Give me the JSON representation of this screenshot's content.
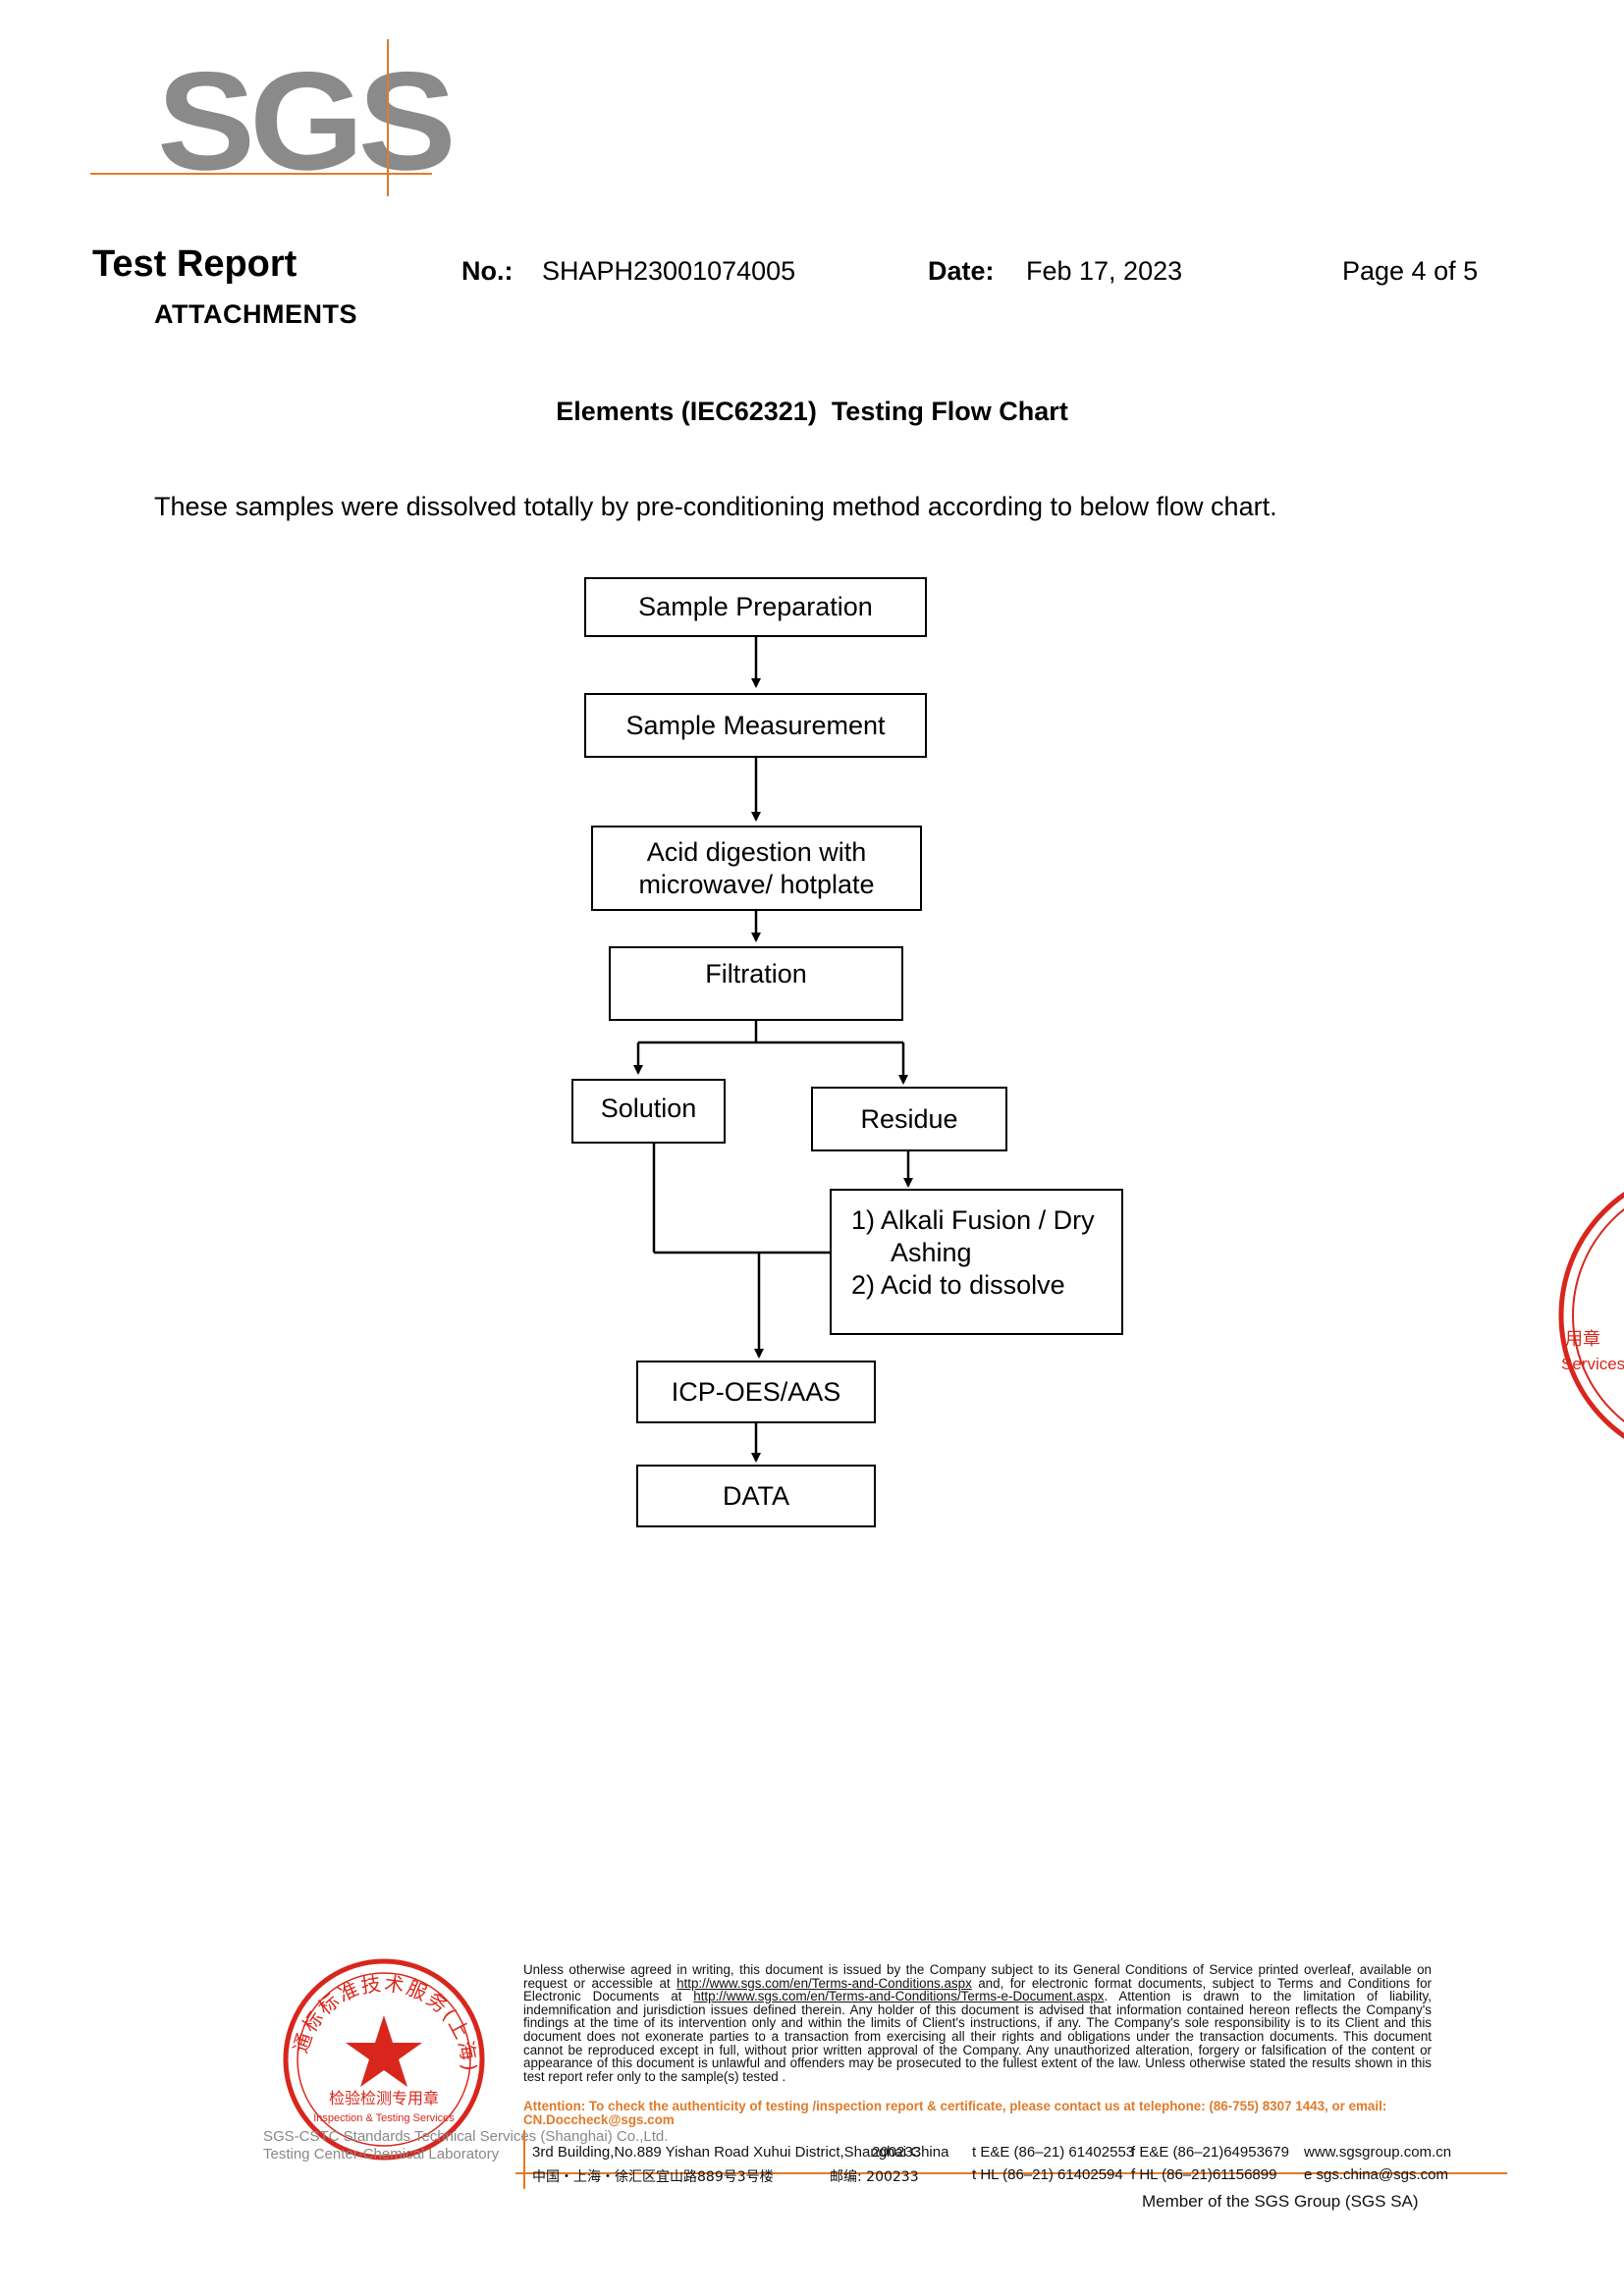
{
  "logo": {
    "text": "SGS"
  },
  "header": {
    "title": "Test Report",
    "subtitle": "ATTACHMENTS",
    "no_label": "No.:",
    "no_value": "SHAPH23001074005",
    "date_label": "Date:",
    "date_value": "Feb 17, 2023",
    "page": "Page 4 of 5"
  },
  "section": {
    "heading": "Elements (IEC62321)  Testing Flow Chart",
    "intro": "These samples were dissolved totally by pre-conditioning method according to below flow chart."
  },
  "flowchart": {
    "sample_preparation": "Sample Preparation",
    "sample_measurement": "Sample Measurement",
    "acid_digestion_line1": "Acid digestion with",
    "acid_digestion_line2": "microwave/ hotplate",
    "filtration": "Filtration",
    "solution": "Solution",
    "residue": "Residue",
    "alkali_line1": "1) Alkali Fusion / Dry",
    "alkali_line2": "Ashing",
    "alkali_line3": "2) Acid to dissolve",
    "icp": "ICP-OES/AAS",
    "data": "DATA"
  },
  "footer": {
    "disclaimer_1": "Unless otherwise agreed in writing, this document is issued by the Company subject to its General Conditions of Service printed overleaf, available on request or accessible at ",
    "link_1": "http://www.sgs.com/en/Terms-and-Conditions.aspx",
    "disclaimer_2": " and, for electronic format documents, subject to Terms and Conditions for Electronic Documents at ",
    "link_2": "http://www.sgs.com/en/Terms-and-Conditions/Terms-e-Document.aspx",
    "disclaimer_3": ". Attention is drawn to the limitation of liability, indemnification and jurisdiction issues defined therein. Any holder of this document is advised that information contained hereon reflects the Company's findings at the time of its intervention only and within the limits of Client's instructions, if any. The Company's sole responsibility is to its Client and this document does not exonerate parties to a transaction from exercising all their rights and obligations under the transaction documents. This document cannot be reproduced except in full, without prior written approval of the Company. Any unauthorized alteration, forgery or falsification of the content or appearance of this document is unlawful and offenders may be prosecuted to the fullest extent of the law. Unless otherwise stated the results shown in this test report refer only to the sample(s) tested .",
    "attention": "Attention: To check the authenticity of testing /inspection report & certificate, please contact us at telephone: (86-755) 8307 1443, or email: CN.Doccheck@sgs.com",
    "company": "SGS-CSTC Standards Technical Services (Shanghai) Co.,Ltd.",
    "center": "Testing Center-Chemical Laboratory",
    "address_en": "3rd Building,No.889 Yishan Road Xuhui District,Shanghai China",
    "postcode_en": "200233",
    "address_cn": "中国・上海・徐汇区宜山路889号3号楼",
    "postcode_cn": "邮编: 200233",
    "tel_1": "t E&E (86–21) 61402553",
    "fax_1": "f E&E (86–21)64953679",
    "web": "www.sgsgroup.com.cn",
    "tel_2": "t HL (86–21) 61402594",
    "fax_2": "f HL (86–21)61156899",
    "email": "e  sgs.china@sgs.com",
    "member": "Member of the SGS Group (SGS SA)"
  },
  "stamp": {
    "arc_text": "通标标准技术服务(上海)有限公司",
    "cn_label": "检验检测专用章",
    "en_label": "Inspection & Testing Services"
  },
  "colors": {
    "accent": "#e07b2a",
    "logo_gray": "#8a8a8a",
    "stamp_red": "#d9261c"
  }
}
